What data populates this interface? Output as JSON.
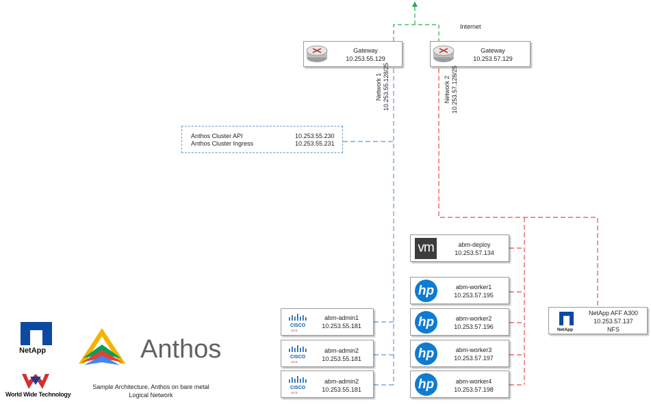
{
  "internet": {
    "label": "Internet"
  },
  "gateways": [
    {
      "name": "Gateway",
      "ip": "10.253.55.129",
      "icon": "router-icon"
    },
    {
      "name": "Gateway",
      "ip": "10.253.57.129",
      "icon": "router-icon"
    }
  ],
  "networks": [
    {
      "name": "Network 1",
      "cidr": "10.253.55.128/25",
      "color": "#5b9bd5"
    },
    {
      "name": "Network 2",
      "cidr": "10.253.57.128/25",
      "color": "#e84c4c"
    }
  ],
  "internet_link_color": "#2eaa52",
  "cluster_endpoints": [
    {
      "label": "Anthos Cluster API",
      "ip": "10.253.55.230"
    },
    {
      "label": "Anthos Cluster Ingress",
      "ip": "10.253.55.231"
    }
  ],
  "admin_nodes": [
    {
      "name": "abm-admin1",
      "ip": "10.253.55.181",
      "icon": "cisco-ucs-icon",
      "brand_text": "CISCO",
      "sub_text": "UCS"
    },
    {
      "name": "abm-admin2",
      "ip": "10.253.55.181",
      "icon": "cisco-ucs-icon",
      "brand_text": "CISCO",
      "sub_text": "UCS"
    },
    {
      "name": "abm-admin2",
      "ip": "10.253.55.181",
      "icon": "cisco-ucs-icon",
      "brand_text": "CISCO",
      "sub_text": "UCS"
    }
  ],
  "deploy_node": {
    "name": "abm-deploy",
    "ip": "10.253.57.134",
    "icon": "vmware-icon",
    "badge": "vm"
  },
  "worker_nodes": [
    {
      "name": "abm-worker1",
      "ip": "10.253.57.195",
      "icon": "hp-icon",
      "badge": "hp"
    },
    {
      "name": "abm-worker2",
      "ip": "10.253.57.196",
      "icon": "hp-icon",
      "badge": "hp"
    },
    {
      "name": "abm-worker3",
      "ip": "10.253.57.197",
      "icon": "hp-icon",
      "badge": "hp"
    },
    {
      "name": "abm-worker4",
      "ip": "10.253.57.198",
      "icon": "hp-icon",
      "badge": "hp"
    }
  ],
  "storage": {
    "name": "NetApp AFF A300",
    "ip": "10.253.57.137",
    "protocol": "NFS",
    "icon": "netapp-icon",
    "brand_text": "NetApp"
  },
  "logos": {
    "netapp": "NetApp",
    "anthos": "Anthos",
    "wwt": "World Wide Technology"
  },
  "caption": {
    "line1": "Sample Architecture, Anthos on bare metal",
    "line2": "Logical Network"
  }
}
